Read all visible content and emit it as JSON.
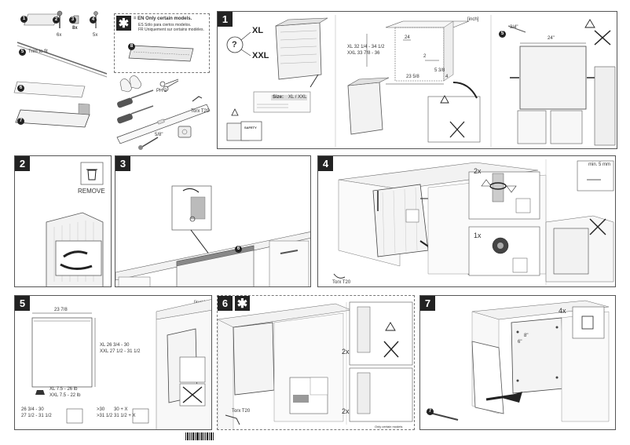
{
  "parts": {
    "item1": "1",
    "item2": "2",
    "item3": "3",
    "item4": "4",
    "item5": "5",
    "item6": "6",
    "item7": "7",
    "item8": "8",
    "qty2": "6x",
    "qty3": "8x",
    "qty4": "5x",
    "trim_lbl": "Trim to fit"
  },
  "legend": {
    "en": "= EN Only certain models.",
    "es": "ES Sólo para ciertos modelos.",
    "fr": "FR Uniquement sur certains modèles."
  },
  "tools": {
    "ph2": "PH 2",
    "torx": "Torx T20",
    "size": "5/8\""
  },
  "step1": {
    "num": "1",
    "unit": "[inch]",
    "xl": "XL",
    "xxl": "XXL",
    "q": "?",
    "size_label": "Size:",
    "size_val": "XL / XXL",
    "safety": "SAFETY",
    "dim_xl": "XL  32 1/4 - 34 1/2",
    "dim_xxl": "XXL 33 7/8 - 36",
    "dim_24": "24",
    "dim_2": "2",
    "dim_2358": "23 5/8",
    "dim_538": "5 3/8",
    "dim_4": "4",
    "dim_24b": "24\"",
    "dim_34": "3/4\""
  },
  "step2": {
    "num": "2",
    "remove": "REMOVE"
  },
  "step3": {
    "num": "3",
    "item6": "6"
  },
  "step4": {
    "num": "4",
    "x2": "2x",
    "x1": "1x",
    "torx": "Torx T20",
    "min": "min. 5 mm"
  },
  "step5": {
    "num": "5",
    "unit": "[inch]",
    "w": "23 7/8",
    "xl_h": "XL  26 3/4 - 30",
    "xxl_h": "XXL 27 1/2 - 31 1/2",
    "xl_w": "XL  7.5 - 26 lb",
    "xxl_w": "XXL 7.5 - 22 lb",
    "ref1": "26 3/4 - 30",
    "ref2": "27 1/2 - 31 1/2",
    "ref3": ">30",
    "ref4": ">31 1/2",
    "ref5": "30 + X",
    "ref6": "31 1/2 + X"
  },
  "step6": {
    "num": "6",
    "torx": "Torx T20",
    "x2a": "2x",
    "x2b": "2x",
    "only": "Only certain models"
  },
  "step7": {
    "num": "7",
    "x4": "4x",
    "d1": "6\"",
    "d2": "8\""
  }
}
